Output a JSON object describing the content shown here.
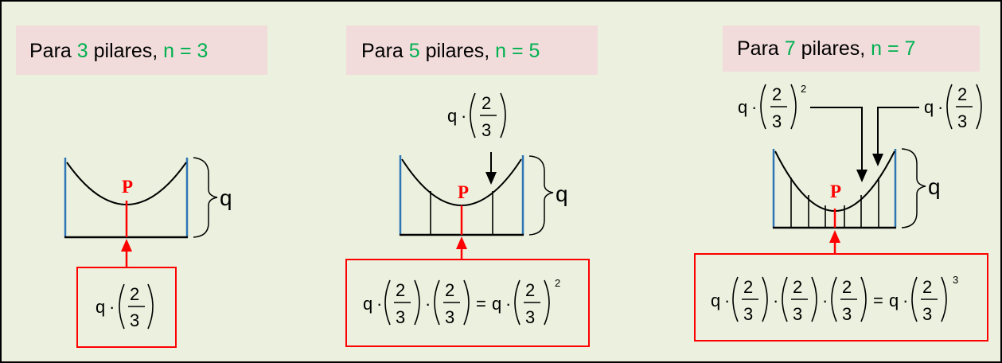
{
  "panels": [
    {
      "title_prefix": "Para ",
      "count": "3",
      "title_middle": " pilares, ",
      "n_expr": "n = 3",
      "center_label": "P",
      "brace_label": "q",
      "formula": {
        "q": "q",
        "dot": "·",
        "num": "2",
        "den": "3"
      }
    },
    {
      "title_prefix": "Para ",
      "count": "5",
      "title_middle": " pilares, ",
      "n_expr": "n = 5",
      "center_label": "P",
      "brace_label": "q",
      "annotation": {
        "q": "q",
        "dot": "·",
        "num": "2",
        "den": "3"
      },
      "formula": {
        "q": "q",
        "dot": "·",
        "num": "2",
        "den": "3",
        "equals": "=",
        "power": "2"
      }
    },
    {
      "title_prefix": "Para ",
      "count": "7",
      "title_middle": " pilares, ",
      "n_expr": "n = 7",
      "center_label": "P",
      "brace_label": "q",
      "annotation_left": {
        "q": "q",
        "dot": "·",
        "num": "2",
        "den": "3",
        "power": "2"
      },
      "annotation_right": {
        "q": "q",
        "dot": "·",
        "num": "2",
        "den": "3"
      },
      "formula": {
        "q": "q",
        "dot": "·",
        "num": "2",
        "den": "3",
        "equals": "=",
        "power": "3"
      }
    }
  ],
  "colors": {
    "highlight": "#00B050",
    "accent": "#FF0000",
    "wall": "#2E75B6",
    "title_bg": "#F2DCDB",
    "panel_bg": "#EBF1DE"
  }
}
